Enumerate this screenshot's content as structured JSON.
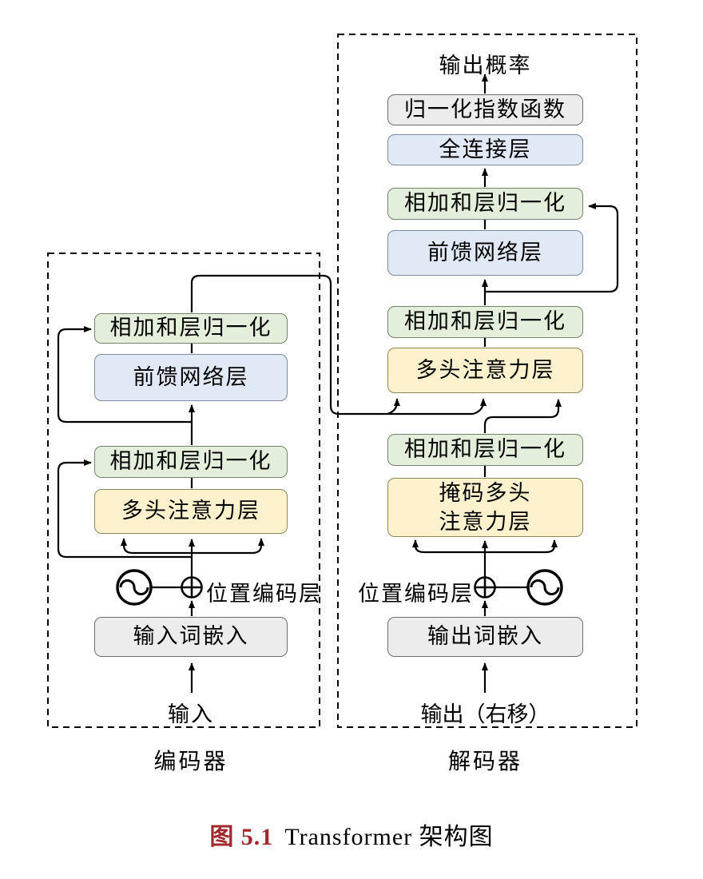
{
  "colors": {
    "add_norm_fill": "#e3efda",
    "ffn_fill": "#e0e9f5",
    "attention_fill": "#fdf2cd",
    "embedding_fill": "#ececec",
    "wire": "#000000",
    "caption_accent": "#a3282e"
  },
  "encoder": {
    "region_label": "编码器",
    "input_label": "输入",
    "pos_encoding_label": "位置编码层",
    "boxes": [
      {
        "text": "相加和层归一化"
      },
      {
        "text": "前馈网络层"
      },
      {
        "text": "相加和层归一化"
      },
      {
        "text": "多头注意力层"
      },
      {
        "text": "输入词嵌入"
      }
    ]
  },
  "decoder": {
    "region_label": "解码器",
    "output_label": "输出概率",
    "input_label": "输出（右移）",
    "pos_encoding_label": "位置编码层",
    "boxes": [
      {
        "text": "归一化指数函数"
      },
      {
        "text": "全连接层"
      },
      {
        "text": "相加和层归一化"
      },
      {
        "text": "前馈网络层"
      },
      {
        "text": "相加和层归一化"
      },
      {
        "text": "多头注意力层"
      },
      {
        "text": "相加和层归一化"
      },
      {
        "lines": [
          "掩码多头",
          "注意力层"
        ]
      },
      {
        "text": "输出词嵌入"
      }
    ]
  },
  "caption": {
    "number": "图 5.1",
    "title": "Transformer 架构图"
  }
}
